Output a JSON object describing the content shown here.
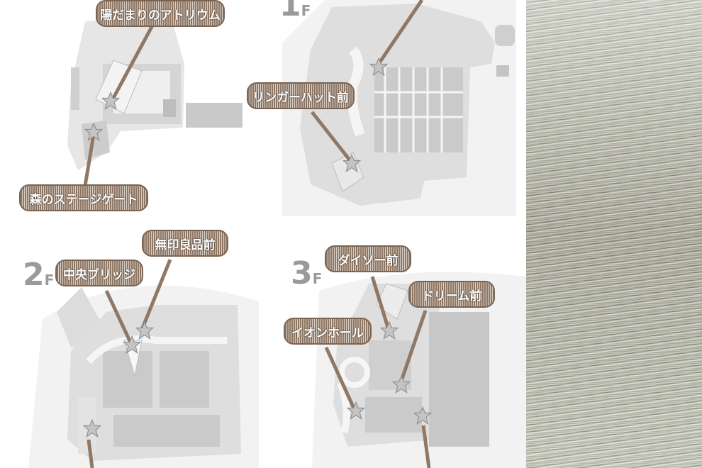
{
  "floors": [
    {
      "id": "floor-1f-west",
      "label_num": "",
      "label_suffix": ""
    },
    {
      "id": "floor-1f",
      "label_num": "1",
      "label_suffix": "F"
    },
    {
      "id": "floor-2f",
      "label_num": "2",
      "label_suffix": "F"
    },
    {
      "id": "floor-3f",
      "label_num": "3",
      "label_suffix": "F"
    }
  ],
  "callouts": [
    {
      "name": "callout-hidamari-atrium",
      "text": "陽だまりのアトリウム"
    },
    {
      "name": "callout-mori-stage-gate",
      "text": "森のステージゲート"
    },
    {
      "name": "callout-ringer-hut",
      "text": "リンガーハット前"
    },
    {
      "name": "callout-chuo-bridge",
      "text": "中央ブリッジ"
    },
    {
      "name": "callout-muji",
      "text": "無印良品前"
    },
    {
      "name": "callout-daiso",
      "text": "ダイソー前"
    },
    {
      "name": "callout-dream",
      "text": "ドリーム前"
    },
    {
      "name": "callout-aeon-hall",
      "text": "イオンホール"
    }
  ],
  "colors": {
    "floor_base": "#e6e6e6",
    "shop_fill": "#cfcfcf",
    "corridor": "#f4f4f4",
    "callout_bg": "#8f7866",
    "star": "#bcbcbc"
  }
}
